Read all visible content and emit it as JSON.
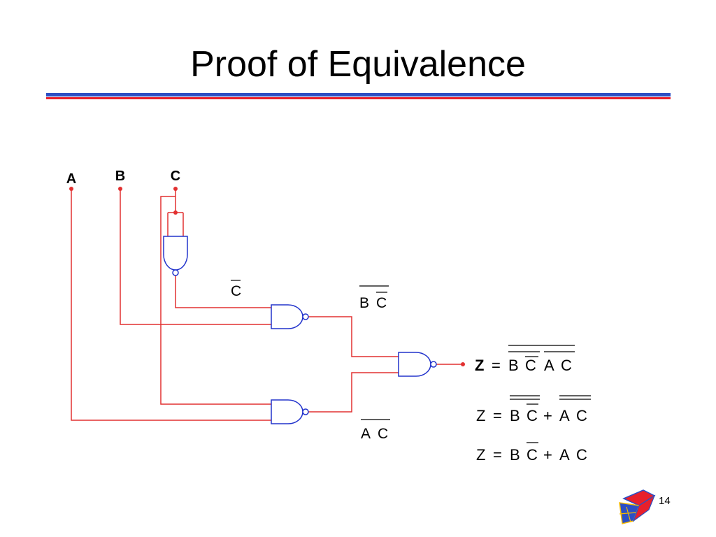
{
  "slide": {
    "title": "Proof of Equivalence",
    "page_number": "14"
  },
  "inputs": {
    "a": "A",
    "b": "B",
    "c": "C"
  },
  "signals": {
    "c_bar": "C",
    "bc_bar_b": "B",
    "bc_bar_c": "C",
    "ac_bar_a": "A",
    "ac_bar_c": "C"
  },
  "equations": [
    {
      "lhs": "Z",
      "eq": "=",
      "t1": "B",
      "t2": "C",
      "op": "",
      "t3": "A",
      "t4": "C"
    },
    {
      "lhs": "Z",
      "eq": "=",
      "t1": "B",
      "t2": "C",
      "op": "+",
      "t3": "A",
      "t4": "C"
    },
    {
      "lhs": "Z",
      "eq": "=",
      "t1": "B",
      "t2": "C",
      "op": "+",
      "t3": "A",
      "t4": "C"
    }
  ],
  "colors": {
    "wire": "#e23030",
    "gate": "#2233cc",
    "rule_blue": "#2c4fc4",
    "rule_red": "#e8202b"
  }
}
